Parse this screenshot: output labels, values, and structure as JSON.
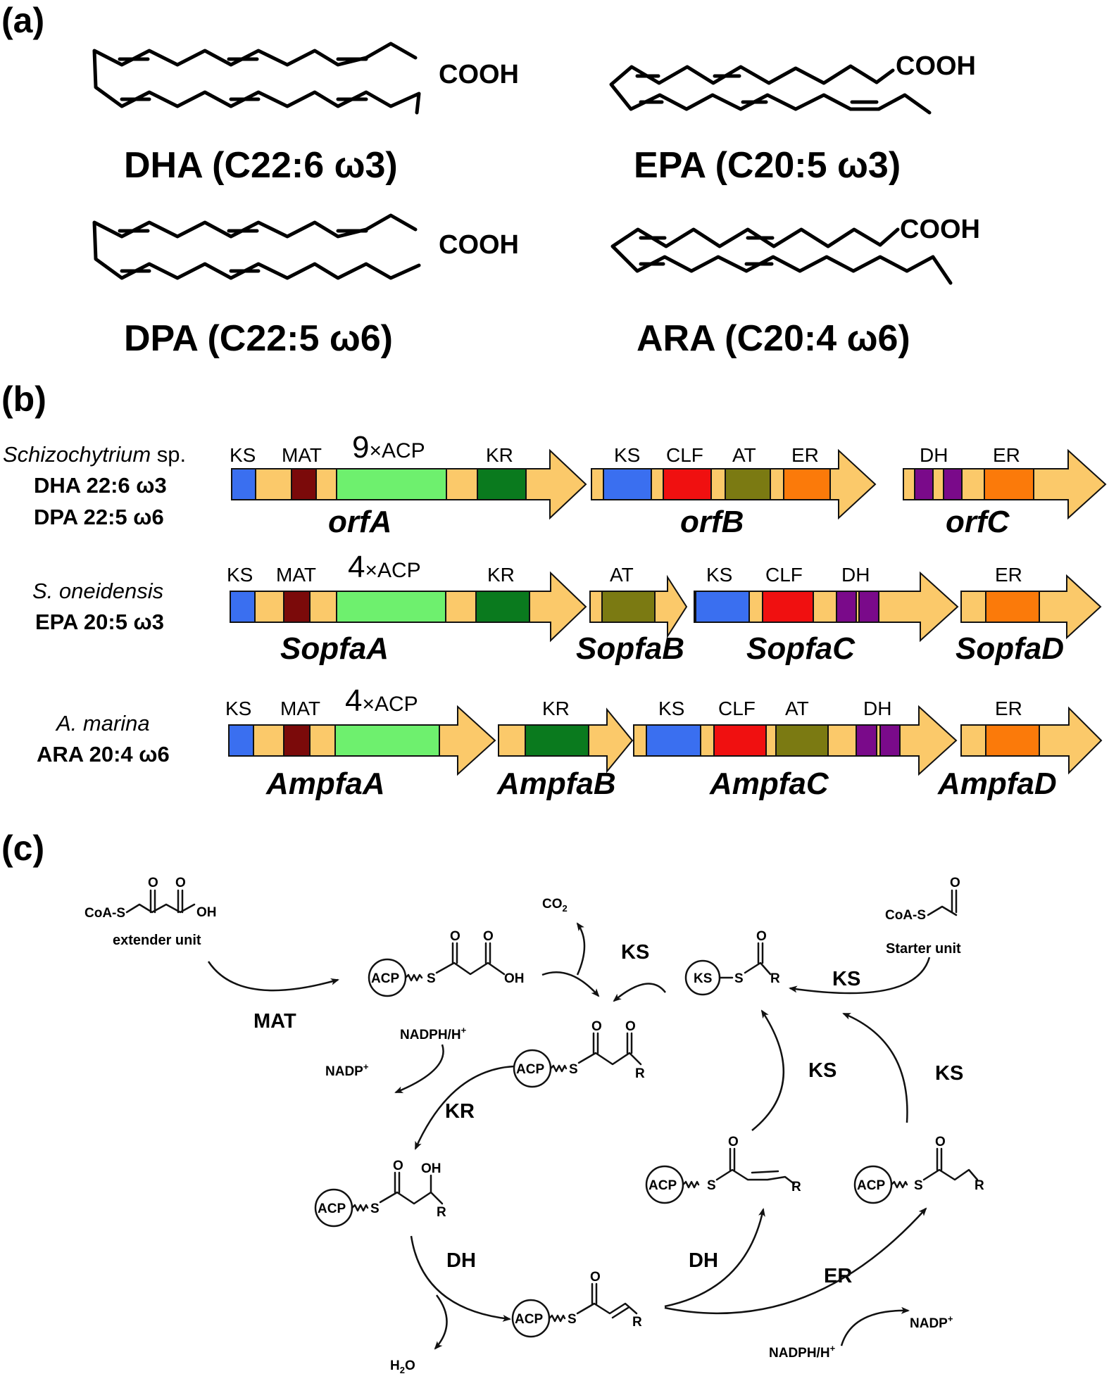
{
  "panel_a": {
    "label": "(a)",
    "cooh": "COOH",
    "acids": [
      {
        "name": "DHA (C22:6 ω3)"
      },
      {
        "name": "EPA (C20:5 ω3)"
      },
      {
        "name": "DPA (C22:5 ω6)"
      },
      {
        "name": "ARA (C20:4 ω6)"
      }
    ]
  },
  "panel_b": {
    "label": "(b)",
    "domain_colors": {
      "backbone": "#fbc96a",
      "KS": "#3a6ff0",
      "MAT": "#7b0a0a",
      "ACP": "#6ef06e",
      "KR": "#0a7a1e",
      "CLF": "#f01010",
      "AT": "#7b7a12",
      "ER": "#fb7a0a",
      "DH": "#7a0a8a"
    },
    "rows": [
      {
        "organism": "Schizochytrium",
        "organism_suffix": " sp.",
        "fa1": "DHA 22:6 ω3",
        "fa2": "DPA 22:5 ω6",
        "genes": [
          {
            "name": "orfA",
            "domains": [
              "KS",
              "MAT",
              "ACP",
              "KR"
            ],
            "acp_label": "9×ACP"
          },
          {
            "name": "orfB",
            "domains": [
              "KS",
              "CLF",
              "AT",
              "ER"
            ]
          },
          {
            "name": "orfC",
            "domains": [
              "DH",
              "ER"
            ]
          }
        ]
      },
      {
        "organism": "S. oneidensis",
        "fa1": "EPA 20:5 ω3",
        "genes": [
          {
            "name": "SopfaA",
            "domains": [
              "KS",
              "MAT",
              "ACP",
              "KR"
            ],
            "acp_label": "4×ACP"
          },
          {
            "name": "SopfaB",
            "domains": [
              "AT"
            ]
          },
          {
            "name": "SopfaC",
            "domains": [
              "KS",
              "CLF",
              "DH"
            ]
          },
          {
            "name": "SopfaD",
            "domains": [
              "ER"
            ]
          }
        ]
      },
      {
        "organism": "A. marina",
        "fa1": "ARA 20:4 ω6",
        "genes": [
          {
            "name": "AmpfaA",
            "domains": [
              "KS",
              "MAT",
              "ACP"
            ],
            "acp_label": "4×ACP"
          },
          {
            "name": "AmpfaB",
            "domains": [
              "KR"
            ]
          },
          {
            "name": "AmpfaC",
            "domains": [
              "KS",
              "CLF",
              "AT",
              "DH"
            ]
          },
          {
            "name": "AmpfaD",
            "domains": [
              "ER"
            ]
          }
        ]
      }
    ]
  },
  "panel_c": {
    "label": "(c)",
    "extender_unit": "extender unit",
    "starter_unit": "Starter unit",
    "coa_s": "CoA-S",
    "acp": "ACP",
    "ks_circle": "KS",
    "oh": "OH",
    "o": "O",
    "r": "R",
    "s": "S",
    "co2": "CO",
    "co2_sub": "2",
    "h2o": "H",
    "h2o_sub": "2",
    "h2o_o": "O",
    "nadph": "NADPH/H",
    "nadp": "NADP",
    "plus": "+",
    "enzymes": {
      "mat": "MAT",
      "ks_top": "KS",
      "ks_starter": "KS",
      "ks_left": "KS",
      "ks_right": "KS",
      "kr": "KR",
      "dh_left": "DH",
      "dh_right": "DH",
      "er": "ER"
    }
  }
}
